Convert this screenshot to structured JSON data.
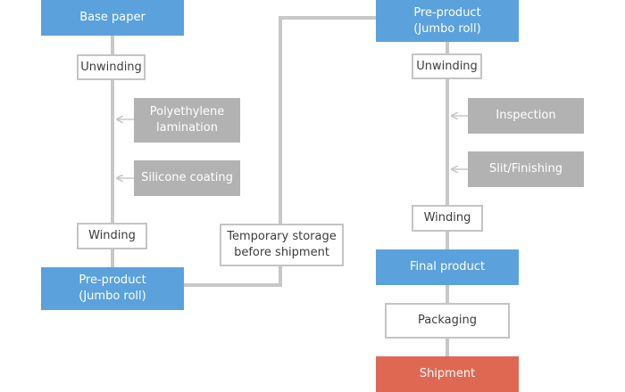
{
  "colors": {
    "primary_node": "#5ba1dc",
    "side_process": "#b2b2b2",
    "step_border": "#c4c4c4",
    "shipment": "#df6852",
    "line": "#c8c8c8"
  },
  "left_flow": {
    "base_paper": "Base paper",
    "unwinding": "Unwinding",
    "polyethylene_lamination": "Polyethylene\nlamination",
    "silicone_coating": "Silicone coating",
    "winding": "Winding",
    "pre_product": "Pre-product\n(Jumbo roll)"
  },
  "middle": {
    "temporary_storage": "Temporary storage\nbefore shipment"
  },
  "right_flow": {
    "pre_product": "Pre-product\n(Jumbo roll)",
    "unwinding": "Unwinding",
    "inspection": "Inspection",
    "slit_finishing": "Slit/Finishing",
    "winding": "Winding",
    "final_product": "Final product",
    "packaging": "Packaging",
    "shipment": "Shipment"
  }
}
